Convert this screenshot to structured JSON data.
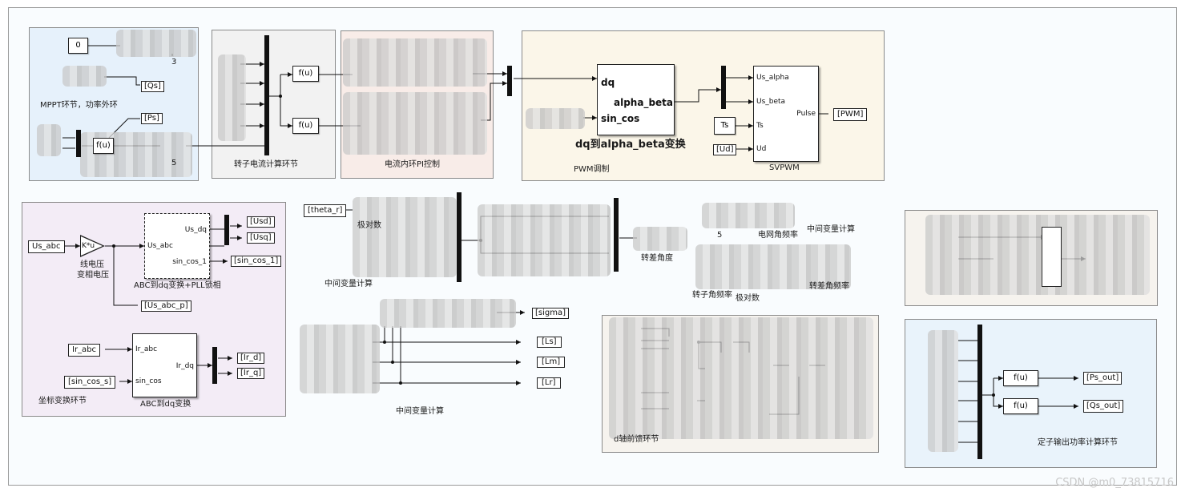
{
  "areas": {
    "mppt": "MPPT环节，功率外环",
    "rotor_current": "转子电流计算环节",
    "current_pi": "电流内环PI控制",
    "pwm": "PWM调制",
    "coord": "坐标变换环节",
    "mid_calc_1": "中间变量计算",
    "mid_calc_2": "中间变量计算",
    "mid_calc_3": "中间变量计算",
    "d_feed": "d轴前馈环节",
    "stator_power": "定子输出功率计算环节"
  },
  "blocks": {
    "const0": "0",
    "num3": "3",
    "num5a": "5",
    "num5b": "5",
    "fu": "f(u)",
    "ts": "Ts",
    "gain": "K*u",
    "gain_label1": "线电压",
    "gain_label2": "变相电压",
    "dq2ab_title": "dq到alpha_beta变换",
    "dq2ab_in1": "dq",
    "dq2ab_in2": "sin_cos",
    "dq2ab_out": "alpha_beta",
    "svpwm_title": "SVPWM",
    "svpwm_in1": "Us_alpha",
    "svpwm_in2": "Us_beta",
    "svpwm_in3": "Ts",
    "svpwm_in4": "Ud",
    "svpwm_out": "Pulse",
    "abc2dq_pll_title": "ABC到dq变换+PLL锁相",
    "abc2dq_pll_in": "Us_abc",
    "abc2dq_pll_out1": "Us_dq",
    "abc2dq_pll_out2": "sin_cos_1",
    "abc2dq_title": "ABC到dq变换",
    "abc2dq_in1": "Ir_abc",
    "abc2dq_in2": "sin_cos",
    "abc2dq_out": "Ir_dq",
    "pole_pairs": "极对数",
    "slip_angle": "转差角度",
    "grid_freq": "电网角频率",
    "rotor_freq": "转子角频率",
    "pole_pairs2": "极对数",
    "slip_freq": "转差角频率"
  },
  "tags": {
    "qs": "[Qs]",
    "ps": "[Ps]",
    "pwm": "[PWM]",
    "ud": "[Ud]",
    "us_abc": "Us_abc",
    "usd": "[Usd]",
    "usq": "[Usq]",
    "sin_cos_1": "[sin_cos_1]",
    "us_abc_p": "[Us_abc_p]",
    "ir_abc": "Ir_abc",
    "sin_cos_s": "[sin_cos_s]",
    "ir_d": "[Ir_d]",
    "ir_q": "[Ir_q]",
    "theta_r": "[theta_r]",
    "sigma": "[sigma]",
    "ls": "[Ls]",
    "lm": "[Lm]",
    "lr": "[Lr]",
    "ps_out": "[Ps_out]",
    "qs_out": "[Qs_out]"
  },
  "watermark": "CSDN @m0_73815716",
  "colors": {
    "mppt_bg": "#e6f1fb",
    "rotor_bg": "#f2f2f2",
    "pi_bg": "#f8ece8",
    "pwm_bg": "#fbf6e9",
    "coord_bg": "#f3ecf6",
    "right_top_bg": "#f6f3ee",
    "right_bottom_bg": "#e9f3fb",
    "d_feed_bg": "#f6f3ee"
  }
}
